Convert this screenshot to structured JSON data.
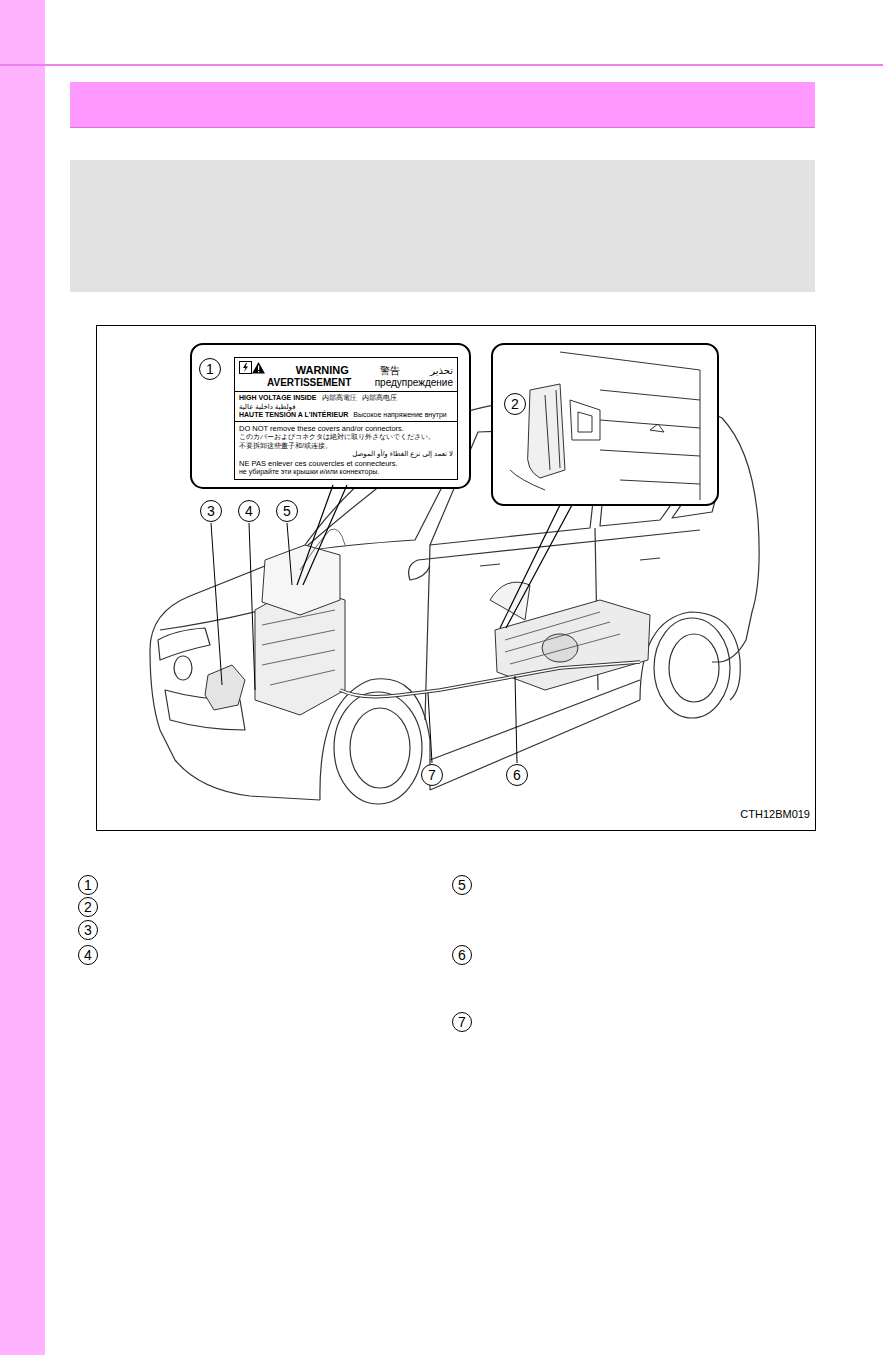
{
  "diagram": {
    "nodes": [
      {
        "text": [
          "WARNING",
          "警告",
          "تحذير",
          "AVERTISSEMENT",
          "предупреждение",
          "HIGH VOLTAGE INSIDE",
          "内部高電圧",
          "内部高电压",
          "فولطية داخلية عالية",
          "HAUTE TENSION A L'INTÉRIEUR",
          "Высокое напряжение внутри",
          "DO NOT remove these covers and/or connectors.",
          "このカバーおよびコネクタは絶対に取り外さないでください。",
          "不要拆卸这些盖子和/或连接。",
          "لا تعمد إلى نزع الغطاء و/أو الموصل",
          "NE PAS enlever ces couvercles et connecteurs.",
          "не убирайте эти крышки и/или коннекторы."
        ]
      }
    ],
    "edges": [],
    "labels": [
      "1",
      "2",
      "3",
      "4",
      "5",
      "6",
      "7",
      "CTH12BM019",
      "1",
      "2",
      "3",
      "4",
      "5",
      "6",
      "7"
    ]
  }
}
